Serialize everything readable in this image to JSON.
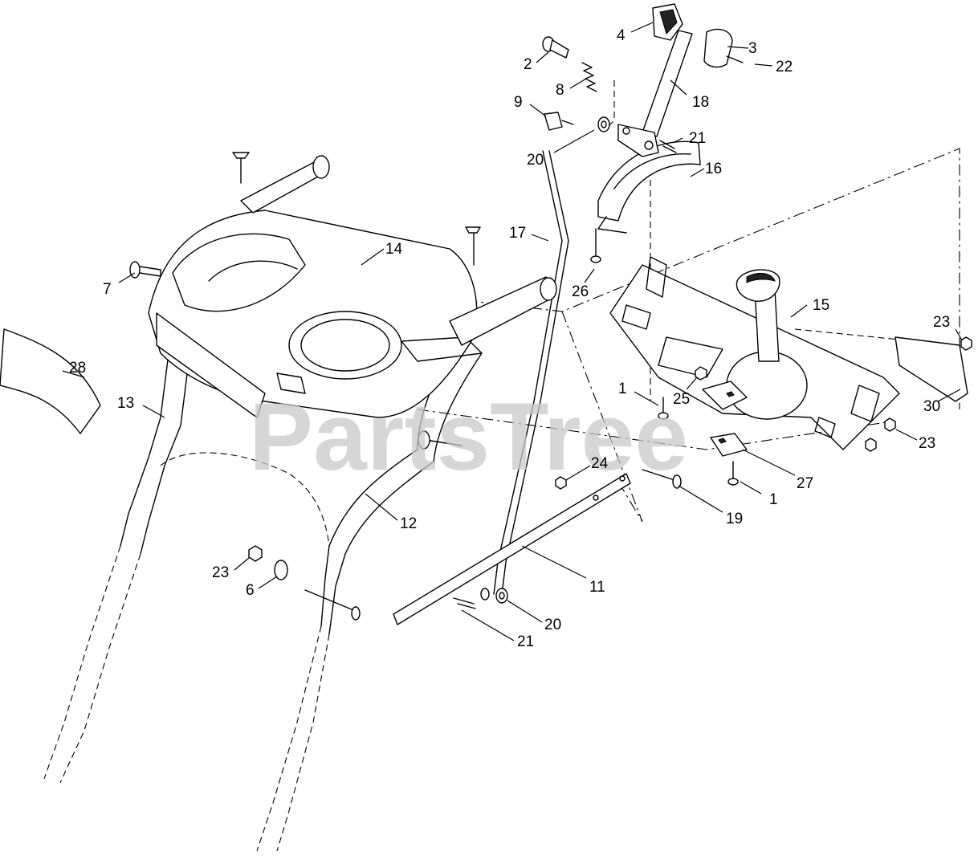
{
  "watermark": "PartsTree",
  "callouts": {
    "c1a": "1",
    "c1b": "1",
    "c2": "2",
    "c3": "3",
    "c4": "4",
    "c6": "6",
    "c7": "7",
    "c8": "8",
    "c9": "9",
    "c11": "11",
    "c12": "12",
    "c13": "13",
    "c14": "14",
    "c15": "15",
    "c16": "16",
    "c17": "17",
    "c18": "18",
    "c19": "19",
    "c20a": "20",
    "c20b": "20",
    "c21a": "21",
    "c21b": "21",
    "c22": "22",
    "c23a": "23",
    "c23b": "23",
    "c23c": "23",
    "c24": "24",
    "c25": "25",
    "c26": "26",
    "c27": "27",
    "c28": "28",
    "c30": "30"
  }
}
